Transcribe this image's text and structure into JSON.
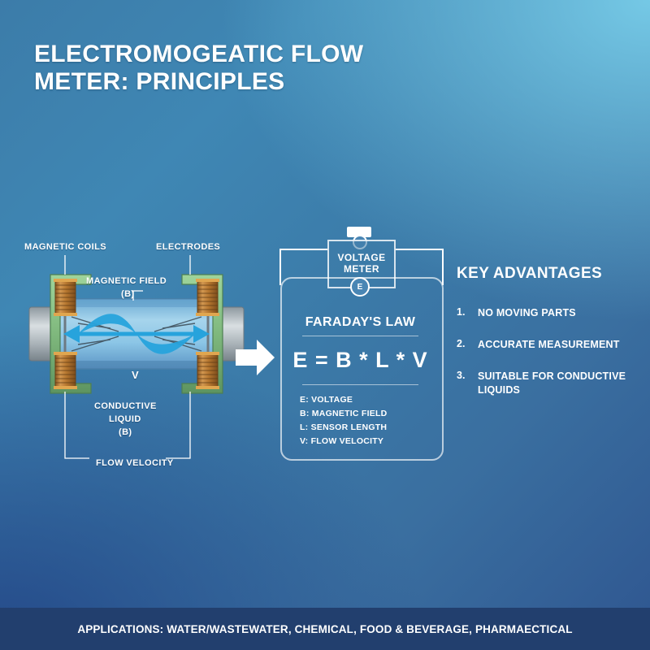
{
  "title": {
    "line1": "ELECTROMOGEATIC FLOW",
    "line2": "METER: PRINCIPLES"
  },
  "diagram": {
    "label_magnetic_coils": "MAGNETIC COILS",
    "label_electrodes": "ELECTRODES",
    "label_magnetic_field": "MAGNETIC FIELD",
    "label_magnetic_field_sym": "(B)",
    "label_velocity_sym": "V",
    "label_conductive_liquid_1": "CONDUCTIVE",
    "label_conductive_liquid_2": "LIQUID",
    "label_conductive_liquid_sym": "(B)",
    "label_flow_velocity": "FLOW VELOCITY"
  },
  "voltage_meter": {
    "line1": "VOLTAGE",
    "line2": "METER",
    "terminal": "E"
  },
  "formula_panel": {
    "heading": "FARADAY'S LAW",
    "equation": "E = B * L * V",
    "variables": [
      "E: VOLTAGE",
      "B: MAGNETIC FIELD",
      "L: SENSOR LENGTH",
      "V: FLOW VELOCITY"
    ]
  },
  "advantages": {
    "heading": "KEY ADVANTAGES",
    "items": [
      {
        "num": "1.",
        "text": "NO MOVING PARTS"
      },
      {
        "num": "2.",
        "text": "ACCURATE MEASUREMENT"
      },
      {
        "num": "3.",
        "text": "SUITABLE FOR CONDUCTIVE LIQUIDS"
      }
    ]
  },
  "footer": {
    "text": "APPLICATIONS: WATER/WASTEWATER, CHEMICAL, FOOD & BEVERAGE, PHARMAECTICAL"
  },
  "colors": {
    "bg_top_right": "#78cde9",
    "bg_top_left": "#3c7ca9",
    "bg_bottom_left": "#2d4d87",
    "footer_bar": "#223f6e",
    "coil_copper": "#b5762f",
    "housing_green": "#8cc48a",
    "pipe_gray": "#a9b2b8",
    "liquid_blue": "#7fc1e3",
    "flow_arrow": "#2a9fd8",
    "white": "#ffffff"
  }
}
